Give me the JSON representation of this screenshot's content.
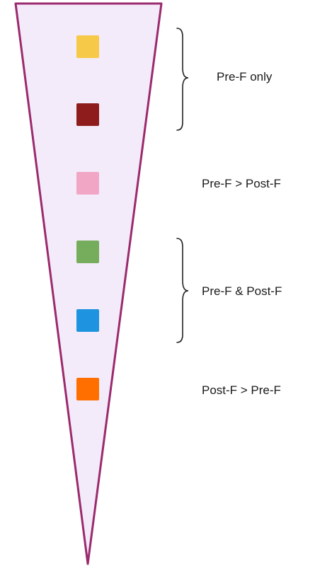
{
  "diagram": {
    "funnel": {
      "fill_color": "#f3ebf9",
      "stroke_color": "#9b2a6e"
    },
    "markers": [
      {
        "name": "marker-yellow",
        "color": "#f7c948"
      },
      {
        "name": "marker-dark-red",
        "color": "#8e1c1c"
      },
      {
        "name": "marker-pink",
        "color": "#f2a6c6"
      },
      {
        "name": "marker-green",
        "color": "#76ad5c"
      },
      {
        "name": "marker-blue",
        "color": "#1e93e0"
      },
      {
        "name": "marker-orange",
        "color": "#ff6f00"
      }
    ],
    "labels": {
      "pre_f_only": "Pre-F only",
      "pre_f_gt_post_f": "Pre-F > Post-F",
      "pre_f_and_post_f": "Pre-F & Post-F",
      "post_f_gt_pre_f": "Post-F > Pre-F"
    },
    "bracket_color": "#222222"
  }
}
